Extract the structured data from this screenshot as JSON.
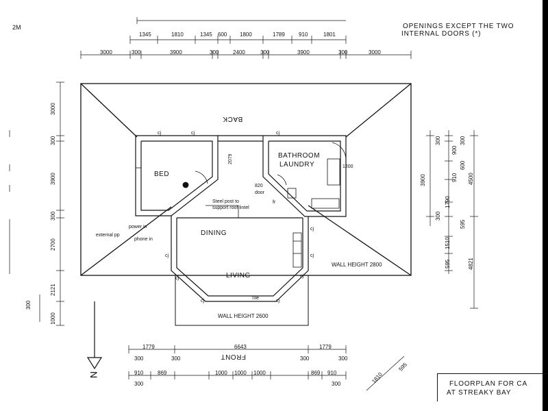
{
  "header": {
    "corner_label": "2M",
    "note_line1": "OPENINGS EXCEPT THE TWO",
    "note_line2": "INTERNAL DOORS (*)"
  },
  "title_block": {
    "line1": "FLOORPLAN FOR CA",
    "line2": "AT STREAKY BAY"
  },
  "north_label": "N",
  "rooms": {
    "bed": "BED",
    "bathroom": "BATHROOM",
    "laundry": "LAUNDRY",
    "dining": "DINING",
    "living": "LIVING",
    "back": "BACK",
    "front": "FRONT"
  },
  "annotations": {
    "door": "820",
    "door_word": "door",
    "steel_post1": "Steel post to",
    "steel_post2": "support roof lintel",
    "power_in": "power in",
    "external_pp": "external pp",
    "phone_in": "phone in",
    "wall_height_1": "WALL HEIGHT 2800",
    "wall_height_2": "WALL HEIGHT 2600",
    "tile": "Tile",
    "cj": "cj",
    "cupboard": "1200",
    "dim_2079": "2079",
    "fr": "fr"
  },
  "top_dims_row1": [
    "1345",
    "1810",
    "1345",
    "600",
    "1800",
    "1789",
    "910",
    "1801"
  ],
  "top_dims_row2": [
    "3000",
    "300",
    "3900",
    "300",
    "2400",
    "300",
    "3900",
    "300",
    "3000"
  ],
  "left_dims": [
    "3000",
    "300",
    "3900",
    "300",
    "2700",
    "2121",
    "300",
    "1000"
  ],
  "right_dims_a": [
    "300",
    "900",
    "300",
    "3900",
    "910",
    "600",
    "1790",
    "300",
    "595",
    "1510",
    "595"
  ],
  "right_dims_b": [
    "4500",
    "4821"
  ],
  "bottom_dims_row1": [
    "1779",
    "6643",
    "1779"
  ],
  "bottom_dims_row2": [
    "300",
    "300",
    "300",
    "300"
  ],
  "bottom_dims_row3": [
    "910",
    "869",
    "1000",
    "1000",
    "1000",
    "869",
    "910"
  ],
  "bottom_dims_row4": [
    "300",
    "300"
  ],
  "diag_dims": [
    "1810",
    "595"
  ]
}
